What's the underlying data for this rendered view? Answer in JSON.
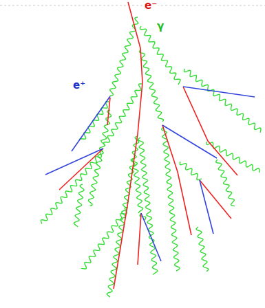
{
  "diagram": {
    "labels": [
      "e⁻",
      "γ",
      "e⁺"
    ]
  }
}
